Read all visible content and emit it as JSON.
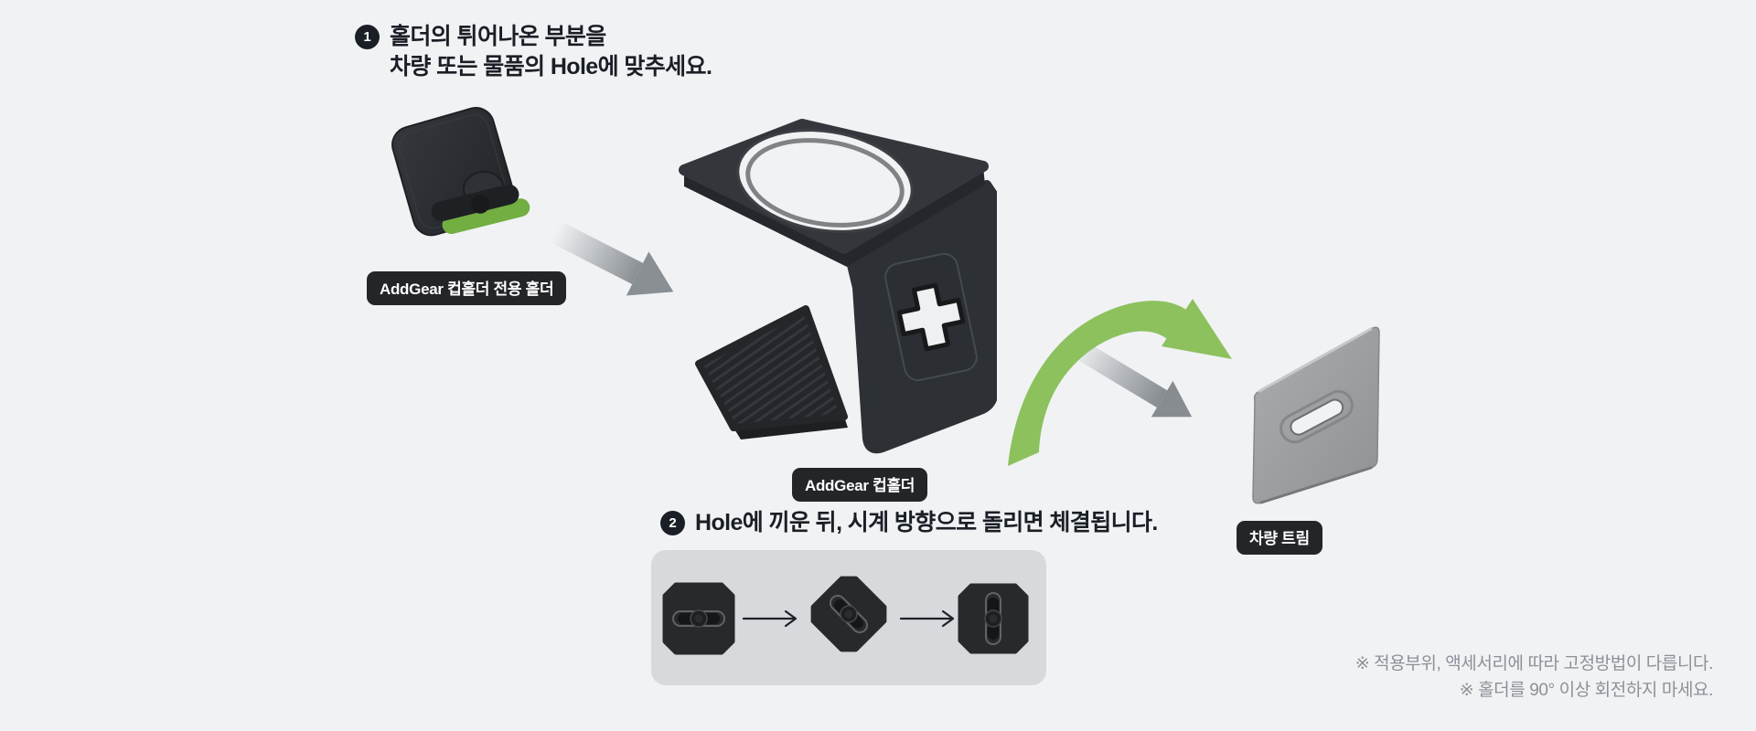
{
  "page": {
    "background": "#f1f2f4"
  },
  "colors": {
    "text_dark": "#1a1f26",
    "note_gray": "#8c9198",
    "pill_bg": "#232528",
    "pill_text": "#ffffff",
    "accent_green": "#8cc15e",
    "holder_green": "#72ae41",
    "product_dark": "#2b2e31",
    "diagram_box_bg": "#d7d9dc",
    "trim_gray": "#9ea1a4"
  },
  "steps": [
    {
      "number": "1",
      "lines": [
        "홀더의 튀어나온 부분을",
        "차량 또는 물품의 Hole에 맞추세요."
      ]
    },
    {
      "number": "2",
      "lines": [
        "Hole에 끼운 뒤, 시계 방향으로 돌리면 체결됩니다."
      ]
    }
  ],
  "labels": {
    "holder_small": "AddGear 컵홀더 전용 홀더",
    "cup_holder": "AddGear 컵홀더",
    "car_trim": "차량 트림"
  },
  "notes": [
    "※ 적용부위, 액세서리에 따라 고정방법이 다릅니다.",
    "※ 홀더를 90° 이상 회전하지 마세요."
  ],
  "icons": {
    "step_arrow": "gray-gradient-arrow",
    "rotate_arrow": "green-curved-rotate-arrow",
    "sequence_arrow": "thin-right-arrow"
  }
}
